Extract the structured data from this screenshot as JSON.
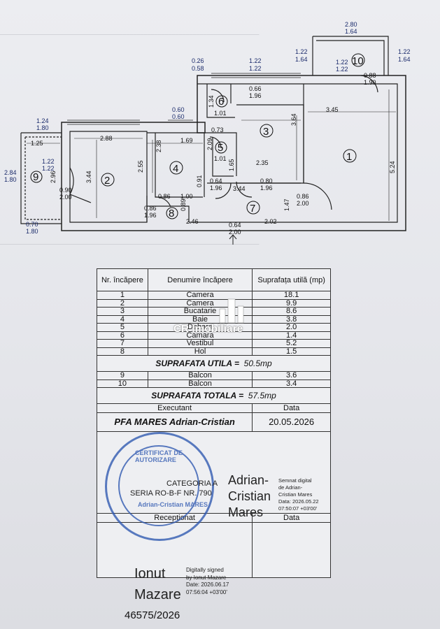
{
  "plan": {
    "rooms": [
      "1",
      "2",
      "3",
      "4",
      "5",
      "6",
      "7",
      "8",
      "9",
      "10"
    ],
    "dims": [
      "2.80",
      "1.64",
      "1.22",
      "1.64",
      "1.22",
      "1.22",
      "1.22",
      "1.64",
      "0.26",
      "0.58",
      "1.22",
      "1.22",
      "0.88",
      "1.90",
      "0.66",
      "1.96",
      "1.34",
      "1.01",
      "3.45",
      "0.60",
      "0.60",
      "1.24",
      "1.80",
      "3.64",
      "0.73",
      "2.88",
      "1.69",
      "2.09",
      "1.25",
      "1.22",
      "1.22",
      "2.38",
      "1.01",
      "1.65",
      "2.35",
      "5.24",
      "3.44",
      "2.55",
      "2.96",
      "0.90",
      "2.00",
      "0.64",
      "1.96",
      "3.44",
      "0.80",
      "1.96",
      "0.86",
      "1.00",
      "0.91",
      "1.47",
      "0.86",
      "2.00",
      "2.84",
      "1.80",
      "0.86",
      "1.96",
      "0.89",
      "2.46",
      "0.64",
      "2.00",
      "2.02",
      "0.70",
      "1.80"
    ]
  },
  "table": {
    "col_nr": "Nr. încăpere",
    "col_name": "Denumire încăpere",
    "col_area": "Suprafața utilă (mp)",
    "rows": [
      {
        "nr": "1",
        "name": "Camera",
        "area": "18.1"
      },
      {
        "nr": "2",
        "name": "Camera",
        "area": "9.9"
      },
      {
        "nr": "3",
        "name": "Bucatarie",
        "area": "8.6"
      },
      {
        "nr": "4",
        "name": "Baie",
        "area": "3.8"
      },
      {
        "nr": "5",
        "name": "Debara",
        "area": "2.0"
      },
      {
        "nr": "6",
        "name": "Camara",
        "area": "1.4"
      },
      {
        "nr": "7",
        "name": "Vestibul",
        "area": "5.2"
      },
      {
        "nr": "8",
        "name": "Hol",
        "area": "1.5"
      }
    ],
    "useful_label": "SUPRAFATA UTILA =",
    "useful_value": "50.5",
    "unit": "mp",
    "balcony_rows": [
      {
        "nr": "9",
        "name": "Balcon",
        "area": "3.6"
      },
      {
        "nr": "10",
        "name": "Balcon",
        "area": "3.4"
      }
    ],
    "total_label": "SUPRAFATA TOTALA =",
    "total_value": "57.5",
    "executant_label": "Executant",
    "data_label": "Data",
    "executant_name": "PFA MARES Adrian-Cristian",
    "executant_date": "20.05.2026",
    "receptionat_label": "Recepționat",
    "receptionat_data_label": "Data"
  },
  "stamp": {
    "category": "CATEGORIA A",
    "seria": "SERIA RO-B-F  NR. 790",
    "certificat": "CERTIFICAT DE AUTORIZARE",
    "name": "Adrian-Cristian MARES"
  },
  "signature_a": {
    "name_line1": "Adrian-",
    "name_line2": "Cristian",
    "name_line3": "Mares",
    "d1": "Semnat digital",
    "d2": "de Adrian-",
    "d3": "Cristian Mares",
    "d4": "Data: 2026.05.22",
    "d5": "07:50:07 +03'00'"
  },
  "signature_b": {
    "name_line1": "Ionut",
    "name_line2": "Mazare",
    "d1": "Digitally signed",
    "d2": "by Ionut Mazare",
    "d3": "Date: 2026.06.17",
    "d4": "07:56:04 +03'00'"
  },
  "doc_number": "46575/2026",
  "watermark": "CR Imobiliare"
}
